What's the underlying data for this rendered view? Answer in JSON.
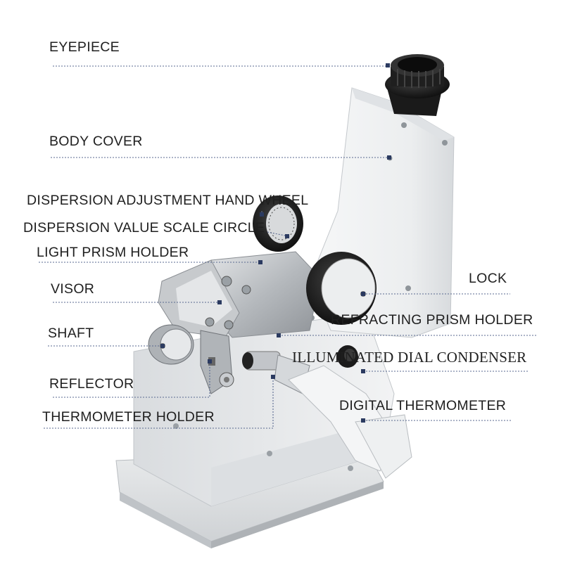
{
  "colors": {
    "label_text": "#1f1f1f",
    "leader_line": "#5a6a90",
    "body_white": "#eef0f1",
    "body_shadow": "#c9cdd1",
    "knob_black": "#1b1b1b",
    "metal_gray": "#b9bdc1"
  },
  "labels": {
    "eyepiece": "EYEPIECE",
    "body_cover": "BODY COVER",
    "dispersion_hand_wheel": "DISPERSION ADJUSTMENT HAND WHEEL",
    "dispersion_scale_circle": "DISPERSION VALUE SCALE CIRCLE",
    "light_prism_holder": "LIGHT PRISM HOLDER",
    "visor": "VISOR",
    "shaft": "SHAFT",
    "reflector": "REFLECTOR",
    "thermometer_holder": "THERMOMETER HOLDER",
    "lock": "LOCK",
    "refracting_prism_holder": "REFRACTING PRISM HOLDER",
    "illuminated_dial_condenser": "ILLUMINATED DIAL CONDENSER",
    "digital_thermometer": "DIGITAL THERMOMETER"
  }
}
